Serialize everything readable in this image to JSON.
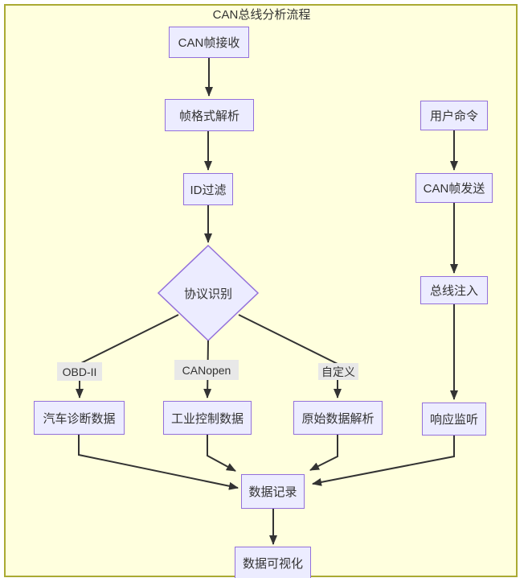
{
  "diagram": {
    "title": "CAN总线分析流程",
    "colors": {
      "canvas_fill": "#ffffde",
      "canvas_border": "#aaaa33",
      "node_fill": "#ececff",
      "node_border": "#9370db",
      "edge_stroke": "#333333",
      "text": "#333333",
      "edge_label_bg": "#e8e8e8"
    },
    "nodes": {
      "receive": {
        "label": "CAN帧接收"
      },
      "parse": {
        "label": "帧格式解析"
      },
      "filter": {
        "label": "ID过滤"
      },
      "protocol": {
        "label": "协议识别"
      },
      "car_diag": {
        "label": "汽车诊断数据"
      },
      "industrial": {
        "label": "工业控制数据"
      },
      "raw_parse": {
        "label": "原始数据解析"
      },
      "user_cmd": {
        "label": "用户命令"
      },
      "send": {
        "label": "CAN帧发送"
      },
      "inject": {
        "label": "总线注入"
      },
      "listen": {
        "label": "响应监听"
      },
      "record": {
        "label": "数据记录"
      },
      "visualize": {
        "label": "数据可视化"
      }
    },
    "edge_labels": {
      "obd": "OBD-II",
      "canopen": "CANopen",
      "custom": "自定义"
    },
    "edges": [
      {
        "from": "CAN帧接收",
        "to": "帧格式解析",
        "label": ""
      },
      {
        "from": "帧格式解析",
        "to": "ID过滤",
        "label": ""
      },
      {
        "from": "ID过滤",
        "to": "协议识别",
        "label": ""
      },
      {
        "from": "协议识别",
        "to": "汽车诊断数据",
        "label": "OBD-II"
      },
      {
        "from": "协议识别",
        "to": "工业控制数据",
        "label": "CANopen"
      },
      {
        "from": "协议识别",
        "to": "原始数据解析",
        "label": "自定义"
      },
      {
        "from": "用户命令",
        "to": "CAN帧发送",
        "label": ""
      },
      {
        "from": "CAN帧发送",
        "to": "总线注入",
        "label": ""
      },
      {
        "from": "总线注入",
        "to": "响应监听",
        "label": ""
      },
      {
        "from": "汽车诊断数据",
        "to": "数据记录",
        "label": ""
      },
      {
        "from": "工业控制数据",
        "to": "数据记录",
        "label": ""
      },
      {
        "from": "原始数据解析",
        "to": "数据记录",
        "label": ""
      },
      {
        "from": "响应监听",
        "to": "数据记录",
        "label": ""
      },
      {
        "from": "数据记录",
        "to": "数据可视化",
        "label": ""
      }
    ]
  }
}
